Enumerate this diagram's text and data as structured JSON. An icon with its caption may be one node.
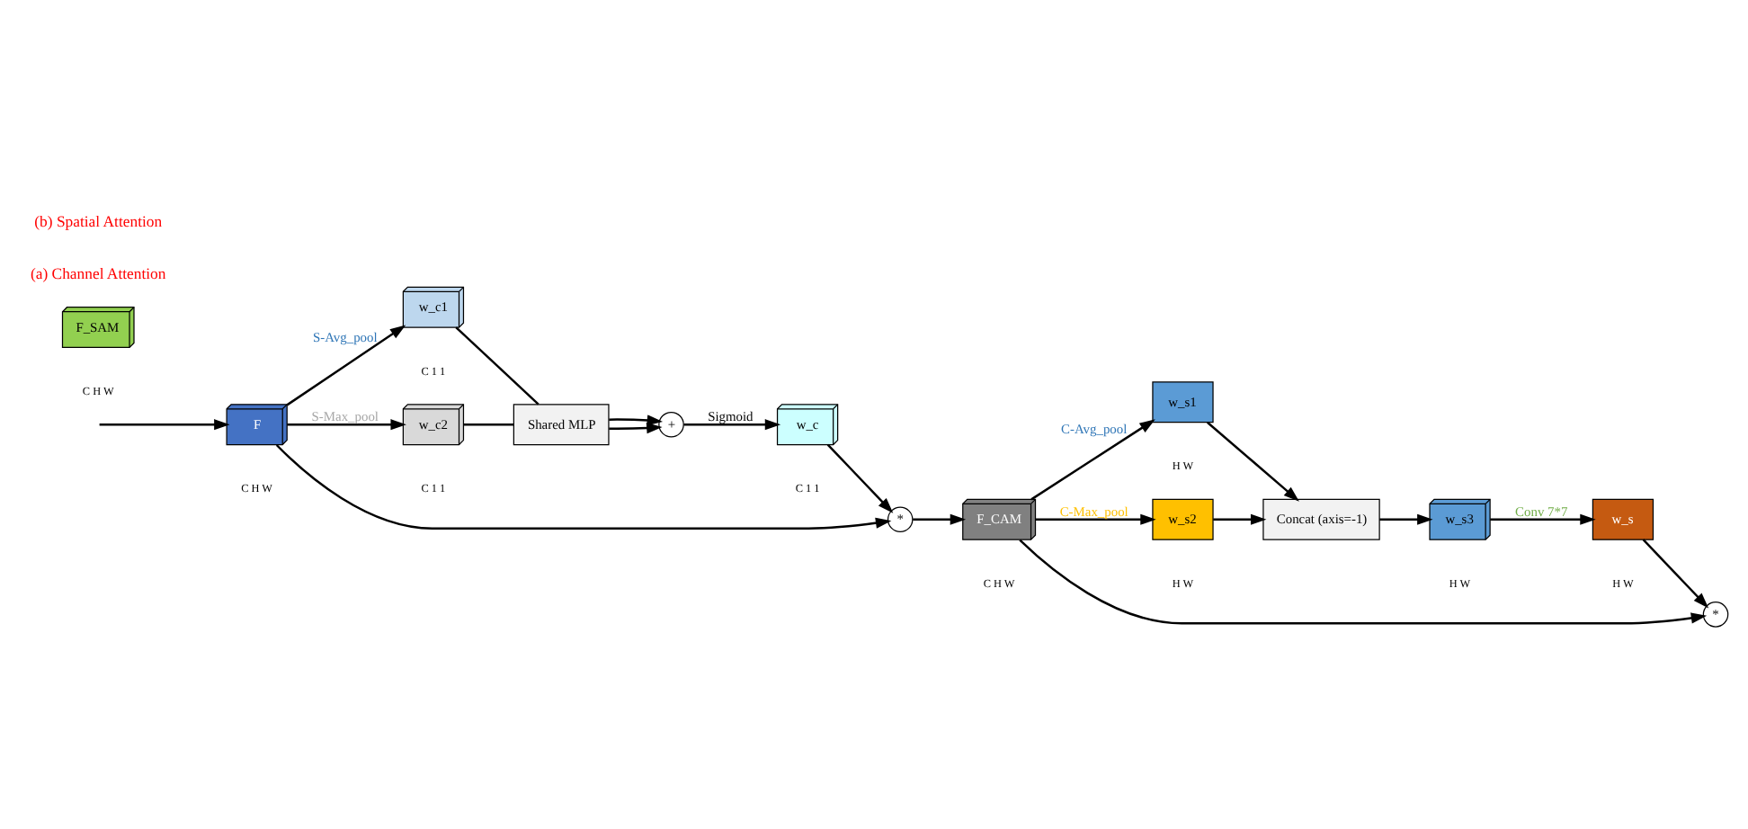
{
  "diagram": {
    "nodes": [
      {
        "text": [
          "F"
        ],
        "beside": [
          "C",
          "H",
          "W"
        ]
      },
      {
        "text": [
          "w_c1"
        ],
        "beside": [
          "C",
          "1",
          "1"
        ]
      },
      {
        "text": [
          "w_c2"
        ],
        "beside": [
          "C",
          "1",
          "1"
        ]
      },
      {
        "text": [
          "Shared MLP"
        ]
      },
      {
        "text": [
          "+"
        ]
      },
      {
        "text": [
          "w_c"
        ],
        "beside": [
          "C",
          "1",
          "1"
        ]
      },
      {
        "text": [
          "*"
        ]
      },
      {
        "text": [
          "F_CAM"
        ],
        "beside": [
          "C",
          "H",
          "W"
        ]
      },
      {
        "text": [
          "w_s1"
        ],
        "beside": [
          "H",
          "W"
        ]
      },
      {
        "text": [
          "w_s2"
        ],
        "beside": [
          "H",
          "W"
        ]
      },
      {
        "text": [
          "Concat (axis=-1)"
        ]
      },
      {
        "text": [
          "w_s3"
        ],
        "beside": [
          "H",
          "W"
        ]
      },
      {
        "text": [
          "w_s"
        ],
        "beside": [
          "H",
          "W"
        ]
      },
      {
        "text": [
          "*"
        ]
      },
      {
        "text": [
          "F_SAM"
        ],
        "beside": [
          "C",
          "H",
          "W"
        ]
      }
    ],
    "edges": [
      {
        "from": null,
        "to": 0,
        "arrow": "to"
      },
      {
        "from": 0,
        "to": 1,
        "arrow": "to",
        "label": "S-Avg_pool"
      },
      {
        "from": 0,
        "to": 2,
        "arrow": "to",
        "label": "S-Max_pool"
      },
      {
        "from": 1,
        "to": 3,
        "arrow": "none"
      },
      {
        "from": 2,
        "to": 3,
        "arrow": "none"
      },
      {
        "from": 3,
        "to": 4,
        "arrow": "to"
      },
      {
        "from": 3,
        "to": 4,
        "arrow": "to"
      },
      {
        "from": 4,
        "to": 5,
        "arrow": "to",
        "label": "Sigmoid"
      },
      {
        "from": 5,
        "to": 6,
        "arrow": "to"
      },
      {
        "from": 0,
        "to": 6,
        "arrow": "to"
      },
      {
        "from": 6,
        "to": 7,
        "arrow": "to"
      },
      {
        "from": 7,
        "to": 13,
        "arrow": "to"
      },
      {
        "from": 7,
        "to": 8,
        "arrow": "to",
        "label": "C-Avg_pool"
      },
      {
        "from": 7,
        "to": 9,
        "arrow": "to",
        "label": "C-Max_pool"
      },
      {
        "from": 8,
        "to": 10,
        "arrow": "to"
      },
      {
        "from": 9,
        "to": 10,
        "arrow": "to"
      },
      {
        "from": 10,
        "to": 11,
        "arrow": "to"
      },
      {
        "from": 11,
        "to": 12,
        "arrow": "to",
        "label": "Conv 7*7"
      },
      {
        "from": 12,
        "to": 13,
        "arrow": "to"
      }
    ],
    "labels": [
      "(a) Channel Attention",
      "(b) Spatial Attention"
    ]
  }
}
